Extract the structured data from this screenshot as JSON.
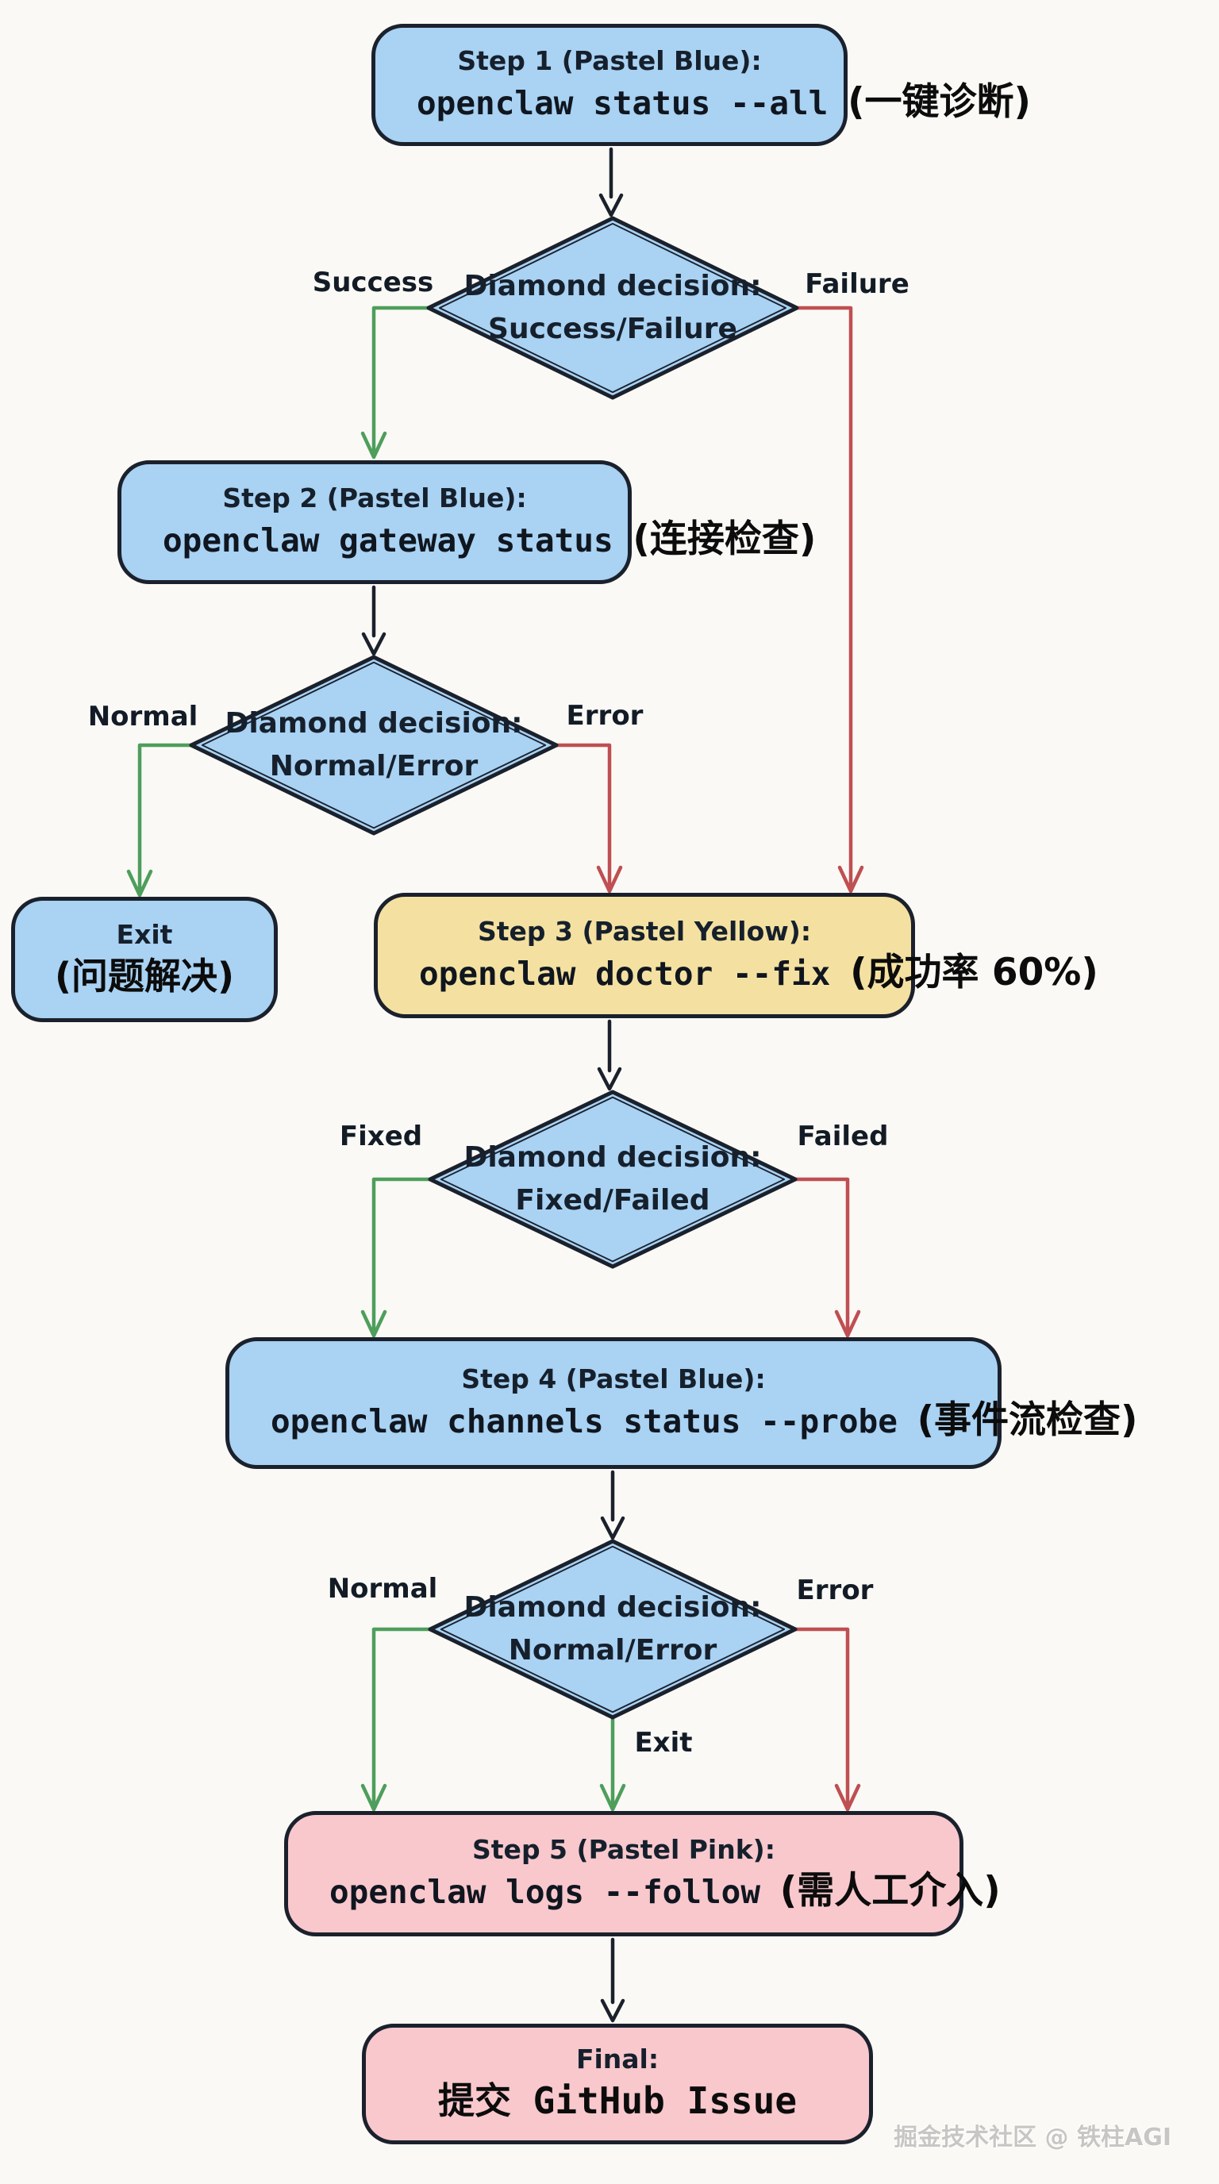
{
  "colors": {
    "pastel_blue": "#a9d2f3",
    "pastel_yellow": "#f4e1a1",
    "pastel_pink": "#f8c8cd",
    "success_green": "#4e9e5c",
    "error_red": "#bf4f52",
    "outline": "#1b212c",
    "background": "#faf9f5",
    "watermark": "#c7c6c4"
  },
  "nodes": {
    "step1": {
      "title": "Step 1 (Pastel Blue):",
      "command": "openclaw status --all ",
      "suffix": "(一键诊断)"
    },
    "decision1": {
      "line1": "Diamond decision:",
      "line2": "Success/Failure"
    },
    "step2": {
      "title": "Step 2 (Pastel Blue):",
      "command": "openclaw gateway status ",
      "suffix": "(连接检查)"
    },
    "decision2": {
      "line1": "Diamond decision:",
      "line2": "Normal/Error"
    },
    "exit": {
      "title": "Exit",
      "suffix": "(问题解决)"
    },
    "step3": {
      "title": "Step 3 (Pastel Yellow):",
      "command": "openclaw doctor --fix ",
      "suffix": "(成功率 60%)"
    },
    "decision3": {
      "line1": "Diamond decision:",
      "line2": "Fixed/Failed"
    },
    "step4": {
      "title": "Step 4 (Pastel Blue):",
      "command": "openclaw channels status --probe ",
      "suffix": "(事件流检查)"
    },
    "decision4": {
      "line1": "Diamond decision:",
      "line2": "Normal/Error"
    },
    "step5": {
      "title": "Step 5 (Pastel Pink):",
      "command": "openclaw logs --follow ",
      "suffix": "(需人工介入)"
    },
    "final": {
      "title": "Final:",
      "line2": "提交 GitHub Issue"
    }
  },
  "edge_labels": {
    "d1_left": "Success",
    "d1_right": "Failure",
    "d2_left": "Normal",
    "d2_right": "Error",
    "d3_left": "Fixed",
    "d3_right": "Failed",
    "d4_left": "Normal",
    "d4_right": "Error",
    "d4_bottom": "Exit"
  },
  "watermark": "掘金技术社区 @ 铁柱AGI"
}
